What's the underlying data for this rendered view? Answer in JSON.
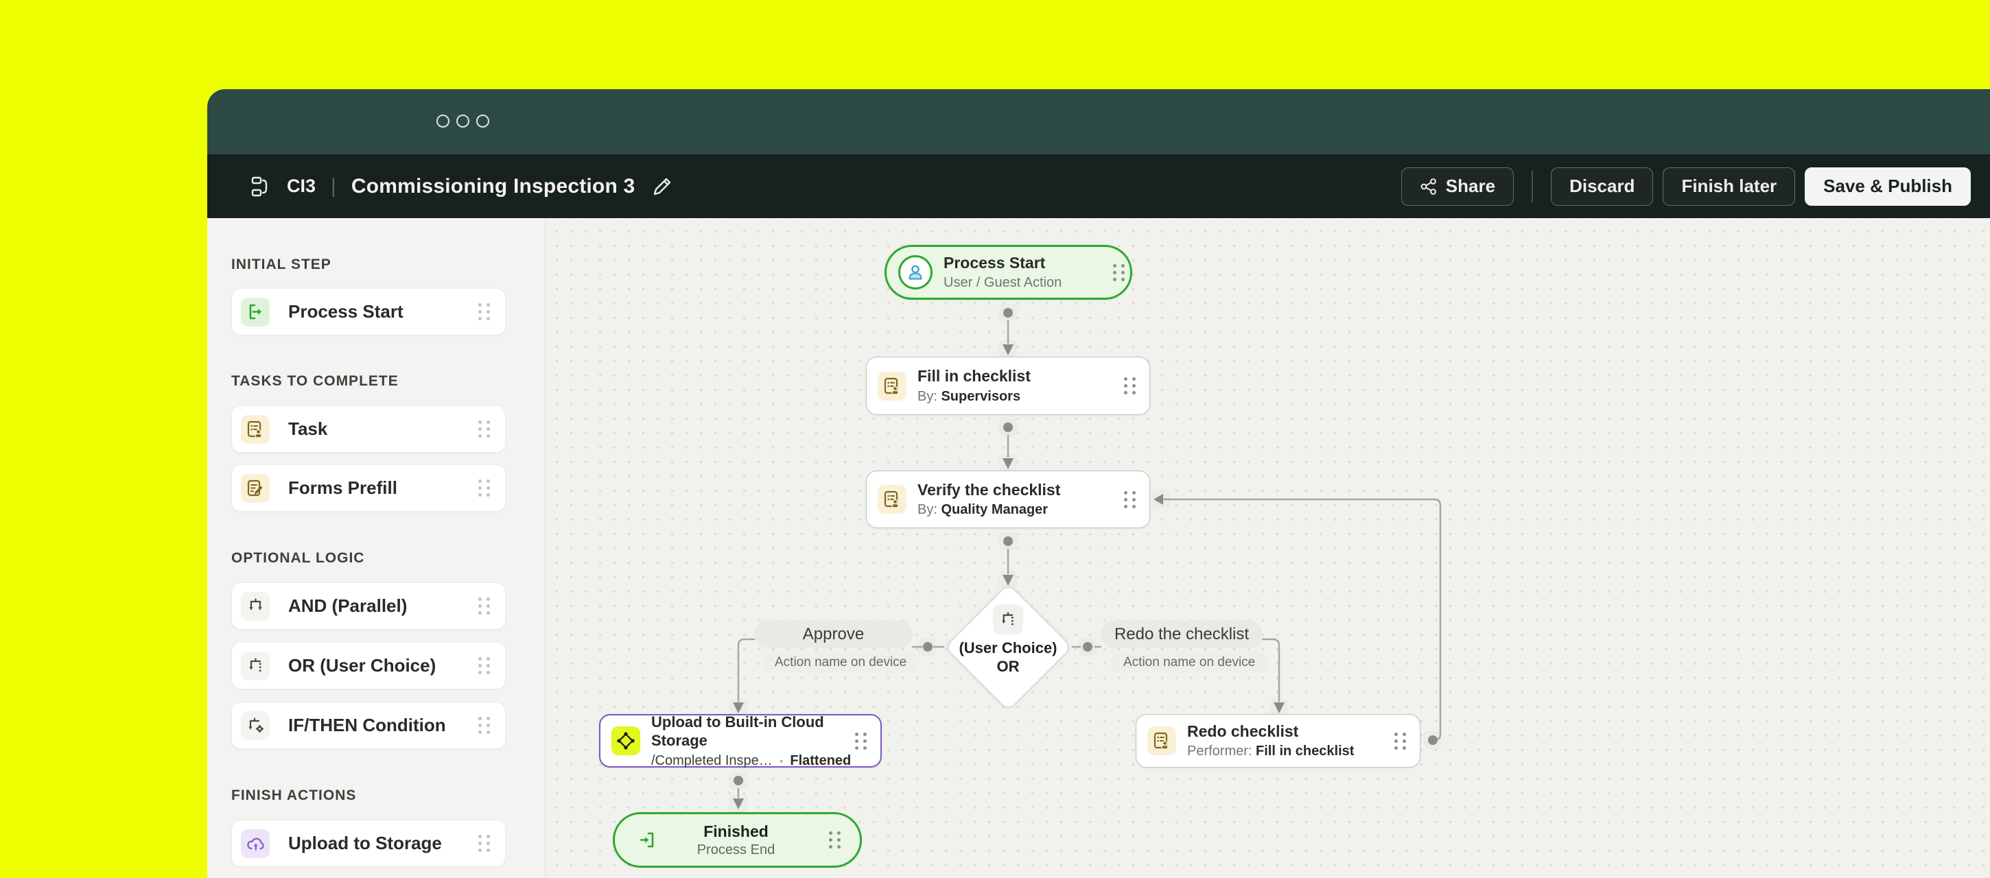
{
  "header": {
    "code": "CI3",
    "separator": "|",
    "title": "Commissioning Inspection 3",
    "actions": {
      "share": "Share",
      "discard": "Discard",
      "finish_later": "Finish later",
      "save_publish": "Save & Publish"
    }
  },
  "sidebar": {
    "sections": [
      {
        "label": "INITIAL STEP",
        "items": [
          {
            "label": "Process Start",
            "icon": "process-start-icon"
          }
        ]
      },
      {
        "label": "TASKS TO COMPLETE",
        "items": [
          {
            "label": "Task",
            "icon": "task-icon"
          },
          {
            "label": "Forms Prefill",
            "icon": "forms-prefill-icon"
          }
        ]
      },
      {
        "label": "OPTIONAL LOGIC",
        "items": [
          {
            "label": "AND (Parallel)",
            "icon": "and-parallel-icon"
          },
          {
            "label": "OR (User Choice)",
            "icon": "or-user-choice-icon"
          },
          {
            "label": "IF/THEN Condition",
            "icon": "if-then-icon"
          }
        ]
      },
      {
        "label": "FINISH ACTIONS",
        "items": [
          {
            "label": "Upload to Storage",
            "icon": "cloud-upload-icon"
          }
        ]
      }
    ]
  },
  "canvas": {
    "nodes": {
      "process_start": {
        "title": "Process Start",
        "subtitle": "User / Guest Action"
      },
      "fill_checklist": {
        "title": "Fill in checklist",
        "by_label": "By:",
        "by_value": "Supervisors"
      },
      "verify_checklist": {
        "title": "Verify the checklist",
        "by_label": "By:",
        "by_value": "Quality Manager"
      },
      "gateway": {
        "title": "(User Choice)",
        "subtitle": "OR"
      },
      "approve_action": {
        "label": "Approve",
        "hint": "Action name on device"
      },
      "redo_action": {
        "label": "Redo the checklist",
        "hint": "Action name on device"
      },
      "upload_storage": {
        "title": "Upload to Built-in Cloud Storage",
        "path": "/Completed Inspe…",
        "bullet": "•",
        "mode": "Flattened"
      },
      "redo_checklist": {
        "title": "Redo checklist",
        "performer_label": "Performer:",
        "performer_value": "Fill in checklist"
      },
      "finished": {
        "title": "Finished",
        "subtitle": "Process End"
      }
    }
  }
}
